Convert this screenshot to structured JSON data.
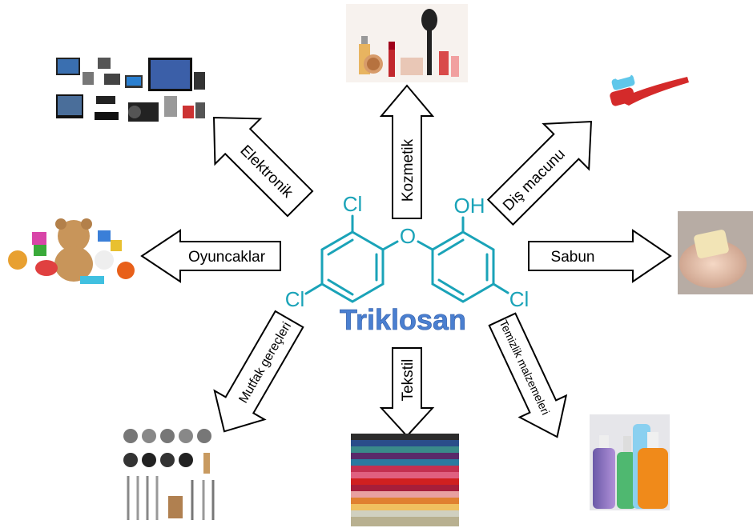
{
  "center": {
    "title": "Triklosan",
    "atoms": {
      "cl_top": "Cl",
      "cl_left": "Cl",
      "oxygen": "O",
      "hydroxyl": "OH",
      "cl_right": "Cl"
    }
  },
  "applications": [
    {
      "id": "elektronik",
      "label": "Elektronik"
    },
    {
      "id": "kozmetik",
      "label": "Kozmetik"
    },
    {
      "id": "dis-macunu",
      "label": "Diş macunu"
    },
    {
      "id": "oyuncaklar",
      "label": "Oyuncaklar"
    },
    {
      "id": "sabun",
      "label": "Sabun"
    },
    {
      "id": "mutfak",
      "label": "Mutfak gereçleri"
    },
    {
      "id": "tekstil",
      "label": "Tekstil"
    },
    {
      "id": "temizlik",
      "label": "Temizlik malzemeleri"
    }
  ],
  "colors": {
    "molecule": "#1aa3b8",
    "title": "#4a7fd0"
  }
}
